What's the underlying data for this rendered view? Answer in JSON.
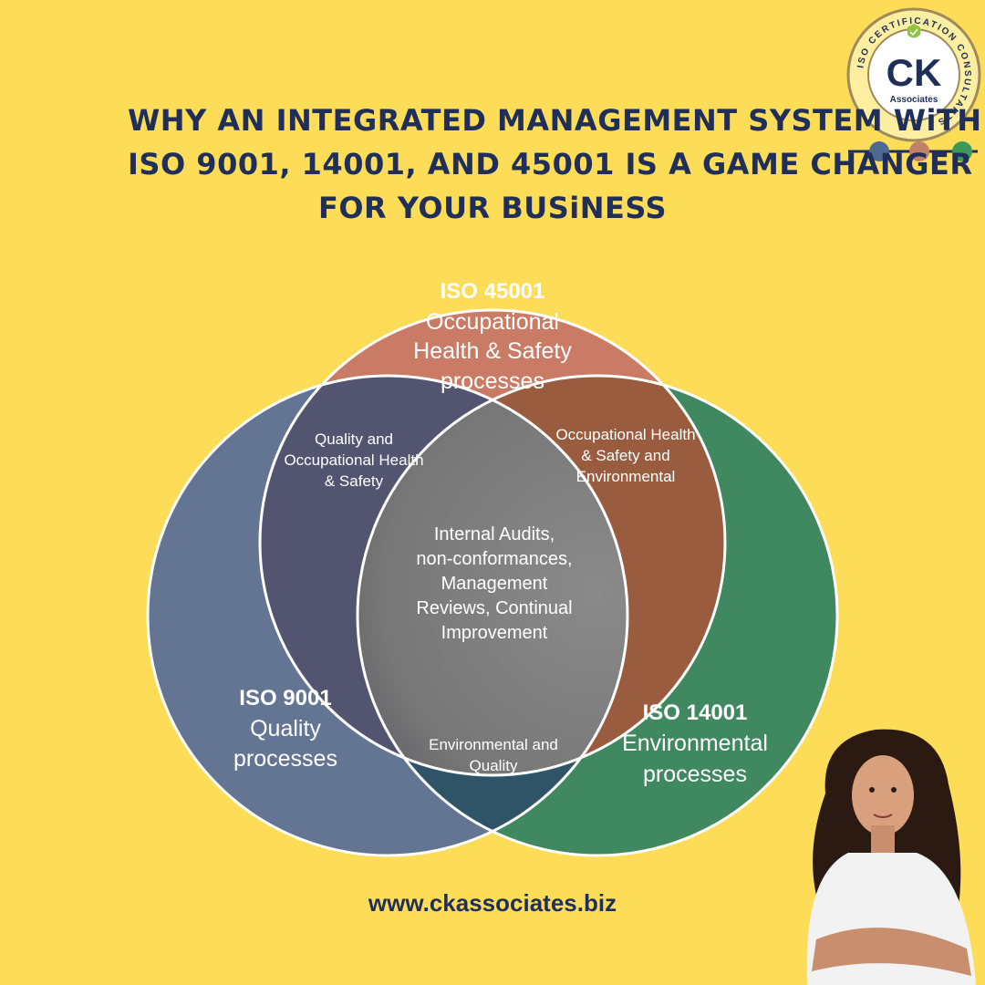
{
  "colors": {
    "background": "#fddc57",
    "title": "#1f2f5a",
    "iso45001": "#c97b66",
    "iso9001": "#637592",
    "iso14001": "#3f8860",
    "qohs": "#535570",
    "ohs_env": "#9a5c3f",
    "env_quality": "#2f5468",
    "center": "#7a7a7a",
    "text_light": "#ffffff",
    "logo_navy": "#1f2f5a",
    "dot_blue": "#4f6a8f",
    "dot_brown": "#c0806a",
    "dot_green": "#3b9a5a"
  },
  "title_lines": [
    "WHY AN INTEGRATED MANAGEMENT SYSTEM WiTH",
    "ISO 9001, 14001, AND 45001 IS A GAME CHANGER",
    "FOR YOUR BUSiNESS"
  ],
  "logo": {
    "main": "CK",
    "sub": "Associates",
    "ring_text": "ISO CERTIFICATION CONSULTANTS"
  },
  "venn": {
    "top": {
      "title": "ISO 45001",
      "lines": [
        "Occupational",
        "Health & Safety",
        "processes"
      ]
    },
    "left": {
      "title": "ISO 9001",
      "lines": [
        "Quality",
        "processes"
      ]
    },
    "right": {
      "title": "ISO 14001",
      "lines": [
        "Environmental",
        "processes"
      ]
    },
    "top_left": {
      "lines": [
        "Quality and",
        "Occupational Health",
        "& Safety"
      ]
    },
    "top_right": {
      "lines": [
        "Occupational Health",
        "& Safety and",
        "Environmental"
      ]
    },
    "bottom": {
      "lines": [
        "Environmental and",
        "Quality"
      ]
    },
    "center": {
      "lines": [
        "Internal Audits,",
        "non-conformances,",
        "Management",
        "Reviews, Continual",
        "Improvement"
      ]
    }
  },
  "website": "www.ckassociates.biz"
}
